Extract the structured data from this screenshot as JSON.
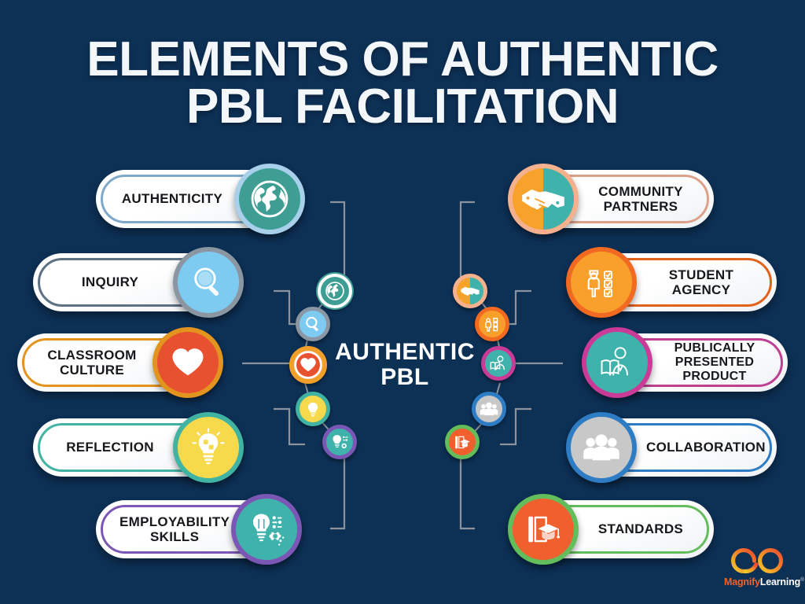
{
  "background_color": "#0d3055",
  "header": {
    "title_line1": "ELEMENTS OF AUTHENTIC",
    "title_line2": "PBL FACILITATION"
  },
  "center": {
    "label_line1": "AUTHENTIC",
    "label_line2": "PBL"
  },
  "left_elements": [
    {
      "label": "AUTHENTICITY",
      "icon": "globe-icon",
      "border_color": "#7fa8c9",
      "disc_fill": "#3f9e94",
      "disc_ring": "#a8d0ea",
      "glyph_color": "#ffffff"
    },
    {
      "label": "INQUIRY",
      "icon": "magnifier-icon",
      "border_color": "#5c7184",
      "disc_fill": "#7ecbf2",
      "disc_ring": "#8a97a3",
      "glyph_color": "#ffffff"
    },
    {
      "label_line1": "CLASSROOM",
      "label_line2": "CULTURE",
      "label": "CLASSROOM CULTURE",
      "icon": "heart-icon",
      "border_color": "#e2941f",
      "disc_fill": "#e8512f",
      "disc_ring": "#e2941f",
      "glyph_color": "#ffffff"
    },
    {
      "label": "REFLECTION",
      "icon": "lightbulb-puzzle-icon",
      "border_color": "#41b3a3",
      "disc_fill": "#f7d94c",
      "disc_ring": "#41b3a3",
      "glyph_color": "#ffffff"
    },
    {
      "label_line1": "EMPLOYABILITY",
      "label_line2": "SKILLS",
      "label": "EMPLOYABILITY SKILLS",
      "icon": "lightbulb-gear-icon",
      "border_color": "#7b57b5",
      "disc_fill": "#3fb3ab",
      "disc_ring": "#7b57b5",
      "glyph_color": "#ffffff"
    }
  ],
  "right_elements": [
    {
      "label_line1": "COMMUNITY",
      "label_line2": "PARTNERS",
      "label": "COMMUNITY PARTNERS",
      "icon": "handshake-icon",
      "border_color": "#dda189",
      "disc_fill": "#f6a22b",
      "disc_fill2": "#3fb3ab",
      "disc_ring": "#f5b08d",
      "glyph_color": "#ffffff"
    },
    {
      "label_line1": "STUDENT",
      "label_line2": "AGENCY",
      "label": "STUDENT AGENCY",
      "icon": "person-checklist-icon",
      "border_color": "#e2621c",
      "disc_fill": "#f8a02b",
      "disc_ring": "#f26a22",
      "glyph_color": "#ffffff"
    },
    {
      "label_line1": "PUBLICALLY",
      "label_line2": "PRESENTED",
      "label_line3": "PRODUCT",
      "label": "PUBLICALLY PRESENTED PRODUCT",
      "icon": "presenter-book-icon",
      "border_color": "#bf3f93",
      "disc_fill": "#3fb3ab",
      "disc_ring": "#c93b96",
      "glyph_color": "#ffffff"
    },
    {
      "label": "COLLABORATION",
      "icon": "people-group-icon",
      "border_color": "#2e7dc4",
      "disc_fill": "#c8c8c8",
      "disc_ring": "#2e7dc4",
      "glyph_color": "#ffffff"
    },
    {
      "label": "STANDARDS",
      "icon": "book-graduation-cap-icon",
      "border_color": "#63bd5b",
      "disc_fill": "#f0602f",
      "disc_ring": "#63bd5b",
      "glyph_color": "#ffffff"
    }
  ],
  "logo": {
    "word_a": "Magnify",
    "word_b": "Learning",
    "trademark": "®",
    "color_a": "#f0622a",
    "color_b": "#ffffff"
  },
  "connector_color": "#8b939c"
}
